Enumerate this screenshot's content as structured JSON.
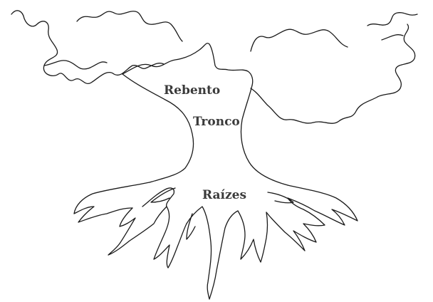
{
  "diagram": {
    "labels": {
      "shoot": "Rebento",
      "trunk": "Tronco",
      "roots": "Raízes"
    }
  }
}
